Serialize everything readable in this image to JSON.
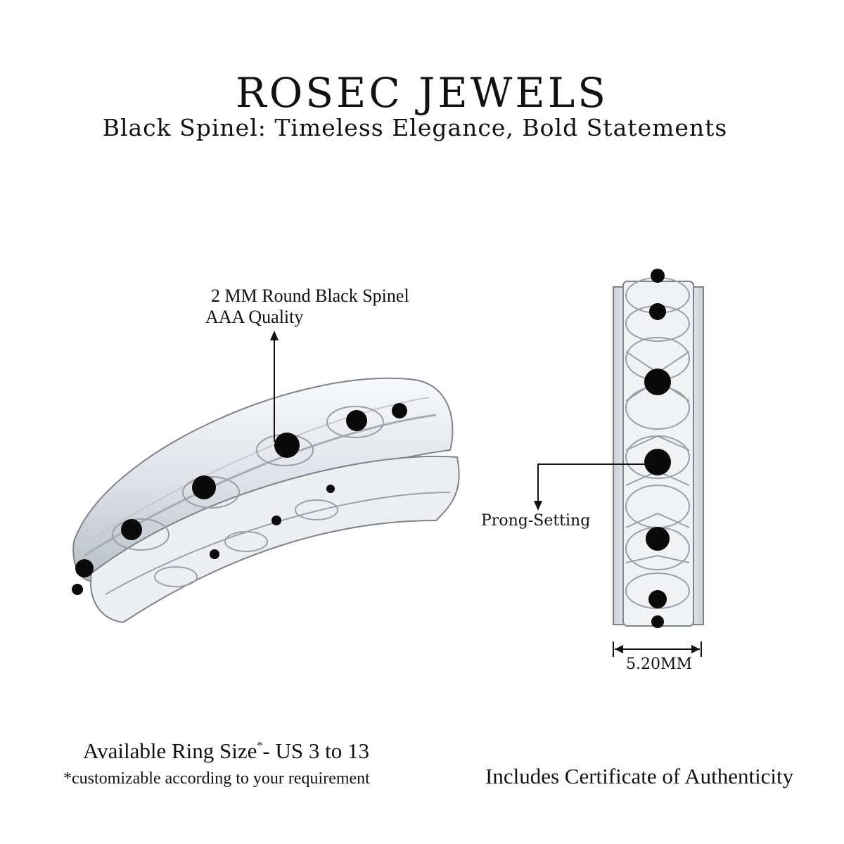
{
  "header": {
    "brand": "ROSEC JEWELS",
    "tagline": "Black Spinel: Timeless Elegance, Bold Statements"
  },
  "annotations": {
    "stone_line1": "2 MM Round Black Spinel",
    "stone_line2": "AAA Quality",
    "setting": "Prong-Setting",
    "width": "5.20MM"
  },
  "footer": {
    "size_prefix": "Available Ring Size",
    "size_asterisk": "*",
    "size_suffix": "- US 3 to 13",
    "size_note": "*customizable according to your requirement",
    "certificate": "Includes Certificate of Authenticity"
  },
  "colors": {
    "background": "#ffffff",
    "text": "#111111",
    "metal": "#e6e8ec",
    "metal_shade": "#9aa0aa",
    "stone": "#0a0a0a"
  }
}
